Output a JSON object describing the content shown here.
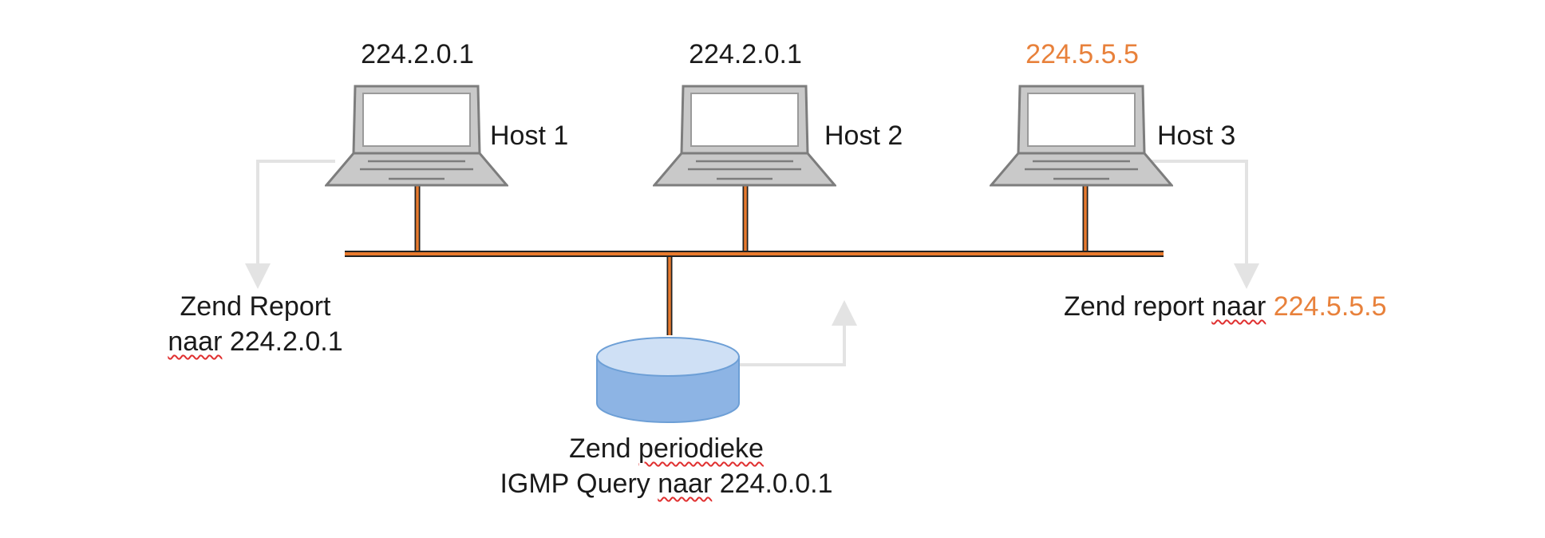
{
  "colors": {
    "bus": "#e87a2e",
    "accent": "#e8813b",
    "arrow": "#e3e3e3",
    "laptop_fill": "#c9c9c9",
    "laptop_stroke": "#7d7d7d",
    "router_fill": "#a9c7ea",
    "router_stroke": "#6d9fd6"
  },
  "hosts": [
    {
      "name": "Host 1",
      "address": "224.2.0.1",
      "icon": "laptop-icon"
    },
    {
      "name": "Host 2",
      "address": "224.2.0.1",
      "icon": "laptop-icon"
    },
    {
      "name": "Host 3",
      "address": "224.5.5.5",
      "icon": "laptop-icon"
    }
  ],
  "router": {
    "icon": "router-icon",
    "caption_line1_pre": "Zend ",
    "caption_line1_flag": "periodieke",
    "caption_line2_pre": "IGMP Query ",
    "caption_line2_flag": "naar",
    "caption_line2_post": " 224.0.0.1"
  },
  "reports": {
    "left_line1": "Zend Report",
    "left_line2_flag": "naar",
    "left_line2_post": " 224.2.0.1",
    "right_pre": "Zend report ",
    "right_flag": "naar",
    "right_addr": "224.5.5.5"
  }
}
